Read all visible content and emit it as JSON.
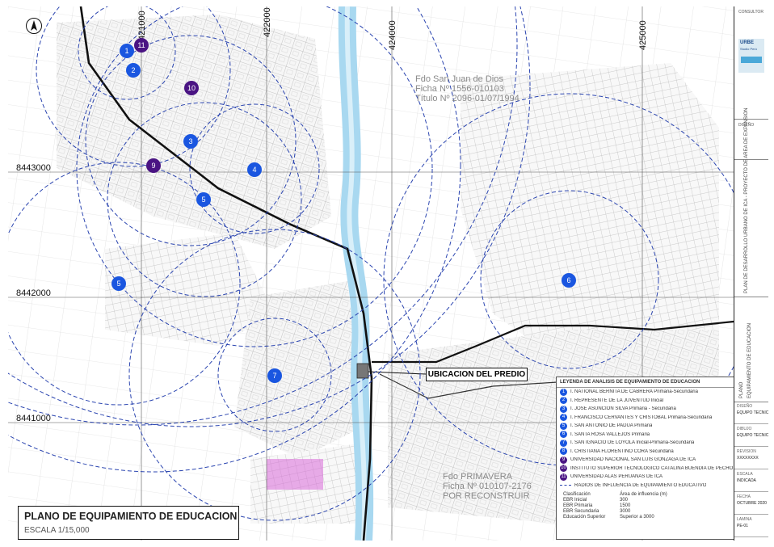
{
  "map": {
    "coords_x": [
      "421000",
      "422000",
      "424000",
      "425000"
    ],
    "coords_y": [
      "8443000",
      "8442000",
      "8441000"
    ],
    "fundo_san_juan": [
      "Fdo San Juan de Dios",
      "Ficha Nº 1556-010103",
      "Título Nº 2096-01/07/1994"
    ],
    "fundo_primavera": [
      "Fdo PRIMAVERA",
      "Ficha Nº 010107-2176",
      "POR RECONSTRUIR"
    ],
    "ubicacion_label": "UBICACION DEL PREDIO",
    "markers": [
      {
        "num": "1",
        "color": "#1a56e0"
      },
      {
        "num": "2",
        "color": "#1a56e0"
      },
      {
        "num": "3",
        "color": "#1a56e0"
      },
      {
        "num": "4",
        "color": "#1a56e0"
      },
      {
        "num": "5",
        "color": "#1a56e0"
      },
      {
        "num": "5",
        "color": "#1a56e0"
      },
      {
        "num": "6",
        "color": "#1a56e0"
      },
      {
        "num": "7",
        "color": "#1a56e0"
      },
      {
        "num": "9",
        "color": "#4a1483"
      },
      {
        "num": "10",
        "color": "#4a1483"
      },
      {
        "num": "11",
        "color": "#4a1483"
      }
    ],
    "colors": {
      "river": "#a8d8f0",
      "radius": "#2b45b0",
      "road": "#111111",
      "streets": "#b5b5b5",
      "marker_blue": "#1a56e0",
      "marker_purple": "#4a1483",
      "pink_block": "#d86ad8"
    }
  },
  "legend": {
    "title": "LEYENDA DE ANALISIS DE EQUIPAMIENTO DE EDUCACION",
    "items": [
      {
        "num": "1",
        "text": "I. NATIONAL BERNITA DE CABRERA  Primaria-Secundaria",
        "color": "#1a56e0"
      },
      {
        "num": "2",
        "text": "I. REPRESENTE DE LA JUVENTUD  Inicial",
        "color": "#1a56e0"
      },
      {
        "num": "3",
        "text": "I. JOSE ASUNCION SILVA  Primaria - Secundaria",
        "color": "#1a56e0"
      },
      {
        "num": "4",
        "text": "I. FRANCISCO CERVANTES Y CRISTOBAL  Primaria-Secundaria",
        "color": "#1a56e0"
      },
      {
        "num": "5",
        "text": "I. SAN ANTONIO DE PADUA  Primaria",
        "color": "#1a56e0"
      },
      {
        "num": "6",
        "text": "I. SANTA ROSA VALLEJOS  Primaria",
        "color": "#1a56e0"
      },
      {
        "num": "7",
        "text": "I. SAN IGNACIO DE LOYOLA  Inicial-Primaria-Secundaria",
        "color": "#1a56e0"
      },
      {
        "num": "8",
        "text": "I. CRISTIANA FLORENTINO CORA  Secundaria",
        "color": "#1a56e0"
      },
      {
        "num": "9",
        "text": "UNIVERSIDAD NACIONAL SAN LUIS GONZAGA DE ICA",
        "color": "#4a1483"
      },
      {
        "num": "10",
        "text": "INSTITUTO SUPERIOR TECNOLOGICO CATALINA BUENDIA DE PECHO",
        "color": "#4a1483"
      },
      {
        "num": "11",
        "text": "UNIVERSIDAD ALAS PERUANAS DE ICA",
        "color": "#4a1483"
      }
    ],
    "radius_line": "RADIOS DE INFLUENCIA DE EQUIPAMIENTO EDUCATIVO",
    "foot": [
      [
        "Clasificación",
        "Área de influencia (m)",
        ""
      ],
      [
        "EBR Inicial",
        "300",
        ""
      ],
      [
        "EBR Primaria",
        "1500",
        ""
      ],
      [
        "EBR Secundaria",
        "3000",
        ""
      ],
      [
        "Educación Superior",
        "Superior a 3000",
        ""
      ]
    ]
  },
  "title_block": {
    "title": "PLANO DE EQUIPAMIENTO DE EDUCACION",
    "scale": "ESCALA  1/15,000"
  },
  "cartouche": {
    "consultor_label": "CONSULTOR",
    "logo_text": "URBE",
    "logo_sub": "Studio Perú",
    "diseno_label": "DISEÑO",
    "project_text": "PLAN DE DESARROLLO URBANO DE ICA - PROYECTO DE AREA DE EXPANSION",
    "plano_label": "PLANO",
    "plano_text": "EQUIPAMIENTO DE EDUCACION",
    "sheet_code": "PE-01",
    "fields": [
      {
        "label": "DISEÑO",
        "value": "EQUIPO TECNICO"
      },
      {
        "label": "DIBUJO",
        "value": "EQUIPO TECNICO"
      },
      {
        "label": "REVISION",
        "value": "XXXXXXXX"
      },
      {
        "label": "ESCALA",
        "value": "INDICADA"
      },
      {
        "label": "FECHA",
        "value": "OCTUBRE 2020"
      },
      {
        "label": "LAMINA",
        "value": "PE-01"
      }
    ]
  }
}
